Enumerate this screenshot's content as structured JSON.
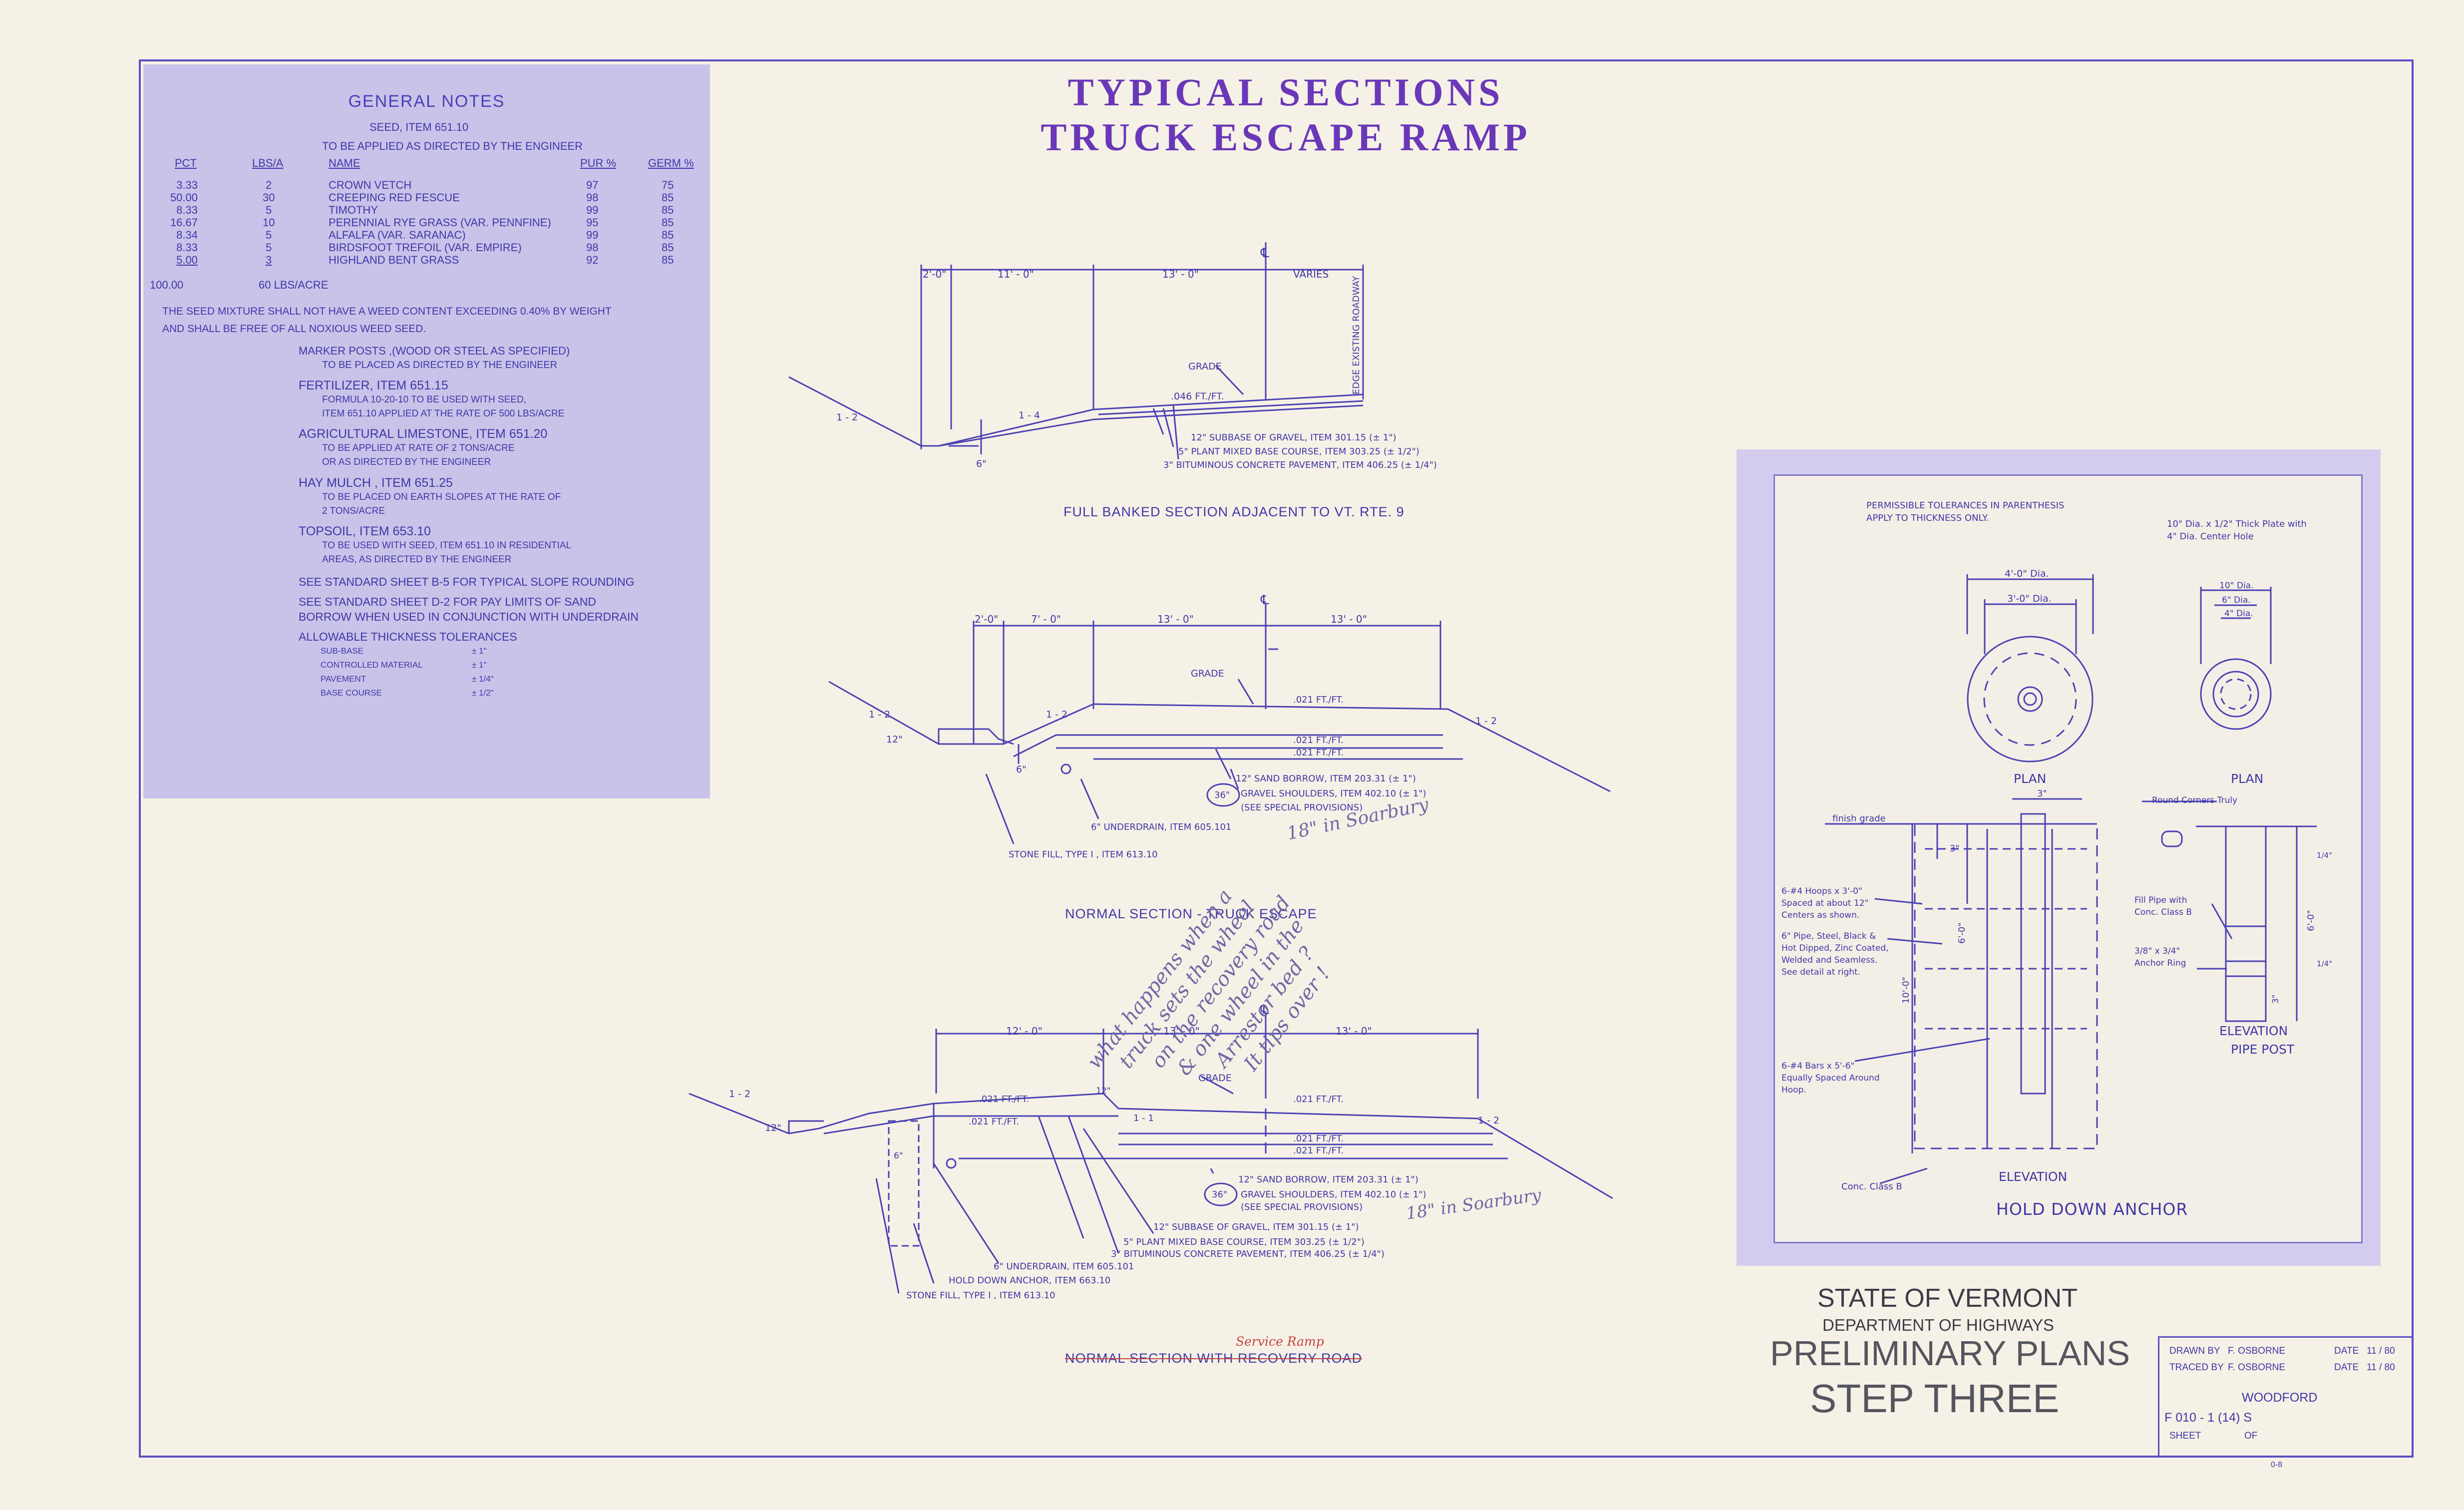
{
  "title": {
    "line1": "TYPICAL SECTIONS",
    "line2": "TRUCK ESCAPE RAMP"
  },
  "general_notes": {
    "heading": "GENERAL NOTES",
    "seed_item": "SEED, ITEM 651.10",
    "seed_applied": "TO BE APPLIED AS DIRECTED BY THE ENGINEER",
    "columns": [
      "PCT",
      "LBS/A",
      "NAME",
      "PUR %",
      "GERM %"
    ],
    "rows": [
      [
        "3.33",
        "2",
        "CROWN VETCH",
        "97",
        "75"
      ],
      [
        "50.00",
        "30",
        "CREEPING RED FESCUE",
        "98",
        "85"
      ],
      [
        "8.33",
        "5",
        "TIMOTHY",
        "99",
        "85"
      ],
      [
        "16.67",
        "10",
        "PERENNIAL RYE GRASS (VAR. PENNFINE)",
        "95",
        "85"
      ],
      [
        "8.34",
        "5",
        "ALFALFA (VAR. SARANAC)",
        "99",
        "85"
      ],
      [
        "8.33",
        "5",
        "BIRDSFOOT TREFOIL (VAR. EMPIRE)",
        "98",
        "85"
      ],
      [
        "5.00",
        "3",
        "HIGHLAND BENT GRASS",
        "92",
        "85"
      ]
    ],
    "total_pct": "100.00",
    "total_lbs": "60 LBS/ACRE",
    "seed_weed_1": "THE SEED MIXTURE SHALL NOT HAVE A WEED CONTENT EXCEEDING 0.40% BY WEIGHT",
    "seed_weed_2": "AND SHALL BE FREE OF ALL NOXIOUS WEED SEED.",
    "marker_1": "MARKER POSTS ,(WOOD OR STEEL AS SPECIFIED)",
    "marker_2": "TO BE PLACED AS DIRECTED BY THE ENGINEER",
    "fert_1": "FERTILIZER, ITEM 651.15",
    "fert_2": "FORMULA 10-20-10 TO BE USED WITH SEED,",
    "fert_3": "ITEM 651.10 APPLIED AT THE RATE OF 500 LBS/ACRE",
    "lime_1": "AGRICULTURAL LIMESTONE, ITEM 651.20",
    "lime_2": "TO BE APPLIED AT RATE OF 2 TONS/ACRE",
    "lime_3": "OR AS DIRECTED BY THE ENGINEER",
    "hay_1": "HAY MULCH , ITEM 651.25",
    "hay_2": "TO BE PLACED ON EARTH SLOPES AT THE RATE OF",
    "hay_3": "2 TONS/ACRE",
    "top_1": "TOPSOIL, ITEM 653.10",
    "top_2": "TO BE USED WITH SEED, ITEM 651.10 IN RESIDENTIAL",
    "top_3": "AREAS, AS DIRECTED BY THE ENGINEER",
    "std_b5": "SEE STANDARD SHEET B-5 FOR TYPICAL SLOPE ROUNDING",
    "std_d2_1": "SEE STANDARD SHEET D-2 FOR PAY LIMITS OF SAND",
    "std_d2_2": "BORROW WHEN USED IN CONJUNCTION WITH UNDERDRAIN",
    "tol_head": "ALLOWABLE THICKNESS TOLERANCES",
    "tolerances": [
      [
        "SUB-BASE",
        "± 1\""
      ],
      [
        "CONTROLLED MATERIAL",
        "± 1\""
      ],
      [
        "PAVEMENT",
        "± 1/4\""
      ],
      [
        "BASE COURSE",
        "± 1/2\""
      ]
    ]
  },
  "section1": {
    "caption": "FULL BANKED SECTION ADJACENT TO VT. RTE. 9",
    "dims": [
      "2'-0\"",
      "11' - 0\"",
      "13' - 0\"",
      "VARIES"
    ],
    "cl": "℄",
    "grade": "GRADE",
    "slope": ".046 FT./FT.",
    "edge": "EDGE EXISTING ROADWAY",
    "s12": "1 - 2",
    "s14": "1 - 4",
    "six": "6\"",
    "layer1": "12\" SUBBASE OF GRAVEL, ITEM 301.15 (± 1\")",
    "layer2": "5\" PLANT MIXED BASE COURSE, ITEM 303.25 (± 1/2\")",
    "layer3": "3\" BITUMINOUS CONCRETE PAVEMENT, ITEM 406.25 (± 1/4\")"
  },
  "section2": {
    "caption": "NORMAL SECTION - TRUCK ESCAPE",
    "dims": [
      "2'-0\"",
      "7' - 0\"",
      "13' - 0\"",
      "13' - 0\""
    ],
    "cl": "℄",
    "grade": "GRADE",
    "slope1": ".021 FT./FT.",
    "slope2": ".021 FT./FT.",
    "slope3": ".021 FT./FT.",
    "s12a": "1 - 2",
    "s12b": "1 - 2",
    "s12c": "1 - 2",
    "twelve": "12\"",
    "six": "6\"",
    "borrow": "12\" SAND BORROW, ITEM 203.31 (± 1\")",
    "shoulders": "GRAVEL SHOULDERS, ITEM 402.10 (± 1\")",
    "special": "(SEE SPECIAL PROVISIONS)",
    "circled": "36\"",
    "underdrain": "6\" UNDERDRAIN, ITEM 605.101",
    "stonefill": "STONE FILL, TYPE I , ITEM 613.10"
  },
  "section3": {
    "caption_struck": "NORMAL SECTION WITH RECOVERY ROAD",
    "caption_service": "Service Ramp",
    "dims": [
      "12' - 0\"",
      "13' - 0\"",
      "13' - 0\""
    ],
    "cl": "℄",
    "grade": "GRADE",
    "slope_a": ".021 FT./FT.",
    "slope_b": ".021 FT./FT.",
    "slope_c": ".021 FT./FT.",
    "slope_d": ".021 FT./FT.",
    "slope_e": ".021 FT./FT.",
    "s12a": "1 - 2",
    "s12b": "1 - 2",
    "s1": "1 - 1",
    "twelve": "12\"",
    "six": "6\"",
    "twelve_small": "12\"",
    "borrow": "12\" SAND BORROW, ITEM 203.31 (± 1\")",
    "shoulders": "GRAVEL SHOULDERS, ITEM 402.10 (± 1\")",
    "special": "(SEE SPECIAL PROVISIONS)",
    "circled": "36\"",
    "subbase": "12\" SUBBASE OF GRAVEL, ITEM 301.15 (± 1\")",
    "plant": "5\" PLANT MIXED BASE COURSE, ITEM 303.25 (± 1/2\")",
    "bit": "3\" BITUMINOUS CONCRETE PAVEMENT, ITEM 406.25 (± 1/4\")",
    "underdrain": "6\" UNDERDRAIN, ITEM 605.101",
    "anchor": "HOLD DOWN ANCHOR, ITEM 663.10",
    "stonefill": "STONE FILL, TYPE I , ITEM 613.10"
  },
  "handwritten": {
    "soarbury1": "18\" in Soarbury",
    "soarbury2": "18\" in Soarbury",
    "q1": "what happens when a",
    "q2": "truck sets the wheel",
    "q3": "on the recovery road",
    "q4": "& one wheel in the",
    "q5": "Arrestor bed ?",
    "q6": "It tips over !"
  },
  "hold_down_anchor": {
    "title": "HOLD DOWN ANCHOR",
    "tol_1": "PERMISSIBLE TOLERANCES IN PARENTHESIS",
    "tol_2": "APPLY TO THICKNESS ONLY.",
    "plate_1": "10\" Dia. x 1/2\" Thick Plate with",
    "plate_2": "4\" Dia. Center Hole",
    "d4": "4'-0\" Dia.",
    "d3": "3'-0\" Dia.",
    "d10": "10\" Dia.",
    "d6": "6\" Dia.",
    "d4s": "4\" Dia.",
    "plan1": "PLAN",
    "plan2": "PLAN",
    "finish": "finish grade",
    "three": "3\"",
    "three2": "3\"",
    "six_ft": "6'-0\"",
    "ten_ft": "10'-0\"",
    "hoops_1": "6-#4 Hoops x 3'-0\"",
    "hoops_2": "Spaced at about 12\"",
    "hoops_3": "Centers as shown.",
    "pipe_1": "6\" Pipe, Steel, Black &",
    "pipe_2": "Hot Dipped, Zinc Coated,",
    "pipe_3": "Welded and Seamless.",
    "pipe_4": "See detail at right.",
    "bars_1": "6-#4 Bars x 5'-6\"",
    "bars_2": "Equally Spaced Around",
    "bars_3": "Hoop.",
    "conc": "Conc. Class B",
    "elev": "ELEVATION",
    "round": "Round Corners Truly",
    "fill_1": "Fill Pipe with",
    "fill_2": "Conc. Class B",
    "ring_1": "3/8\" x 3/4\"",
    "ring_2": "Anchor Ring",
    "quarter": "1/4\"",
    "quarter2": "1/4\"",
    "six_ft2": "6'-0\"",
    "three3": "3\"",
    "elev2_1": "ELEVATION",
    "elev2_2": "PIPE POST"
  },
  "title_block": {
    "state": "STATE OF VERMONT",
    "dept": "DEPARTMENT   OF   HIGHWAYS",
    "prelim": "PRELIMINARY   PLANS",
    "step": "STEP   THREE",
    "drawn": "DRAWN BY",
    "drawn_name": "F. OSBORNE",
    "date_label1": "DATE",
    "date1": "11 / 80",
    "traced": "TRACED BY",
    "traced_name": "F. OSBORNE",
    "date_label2": "DATE",
    "date2": "11 / 80",
    "town": "WOODFORD",
    "project": "F 010 - 1 (14) S",
    "sheet": "SHEET",
    "of": "OF",
    "corner": "0-8"
  }
}
